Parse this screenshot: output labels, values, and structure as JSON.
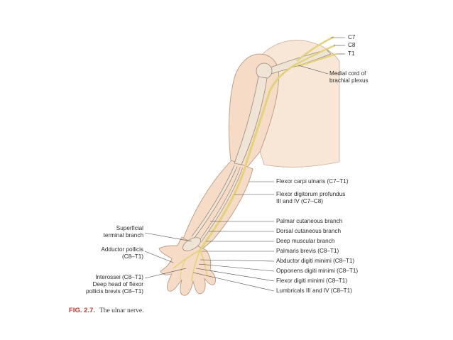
{
  "labels_right": [
    {
      "id": "c7",
      "text": "C7"
    },
    {
      "id": "c8",
      "text": "C8"
    },
    {
      "id": "t1",
      "text": "T1"
    },
    {
      "id": "medial-cord",
      "lines": [
        "Medial cord of",
        "brachial plexus"
      ]
    },
    {
      "id": "fcu",
      "text": "Flexor carpi ulnaris (C7–T1)"
    },
    {
      "id": "fdp",
      "lines": [
        "Flexor digitorum profundus",
        "III and IV (C7–C8)"
      ]
    },
    {
      "id": "palmar-cutaneous",
      "text": "Palmar cutaneous branch"
    },
    {
      "id": "dorsal-cutaneous",
      "text": "Dorsal cutaneous branch"
    },
    {
      "id": "deep-muscular",
      "text": "Deep muscular branch"
    },
    {
      "id": "palmaris-brevis",
      "text": "Palmaris brevis (C8–T1)"
    },
    {
      "id": "adm",
      "text": "Abductor digiti minimi (C8–T1)"
    },
    {
      "id": "odm",
      "text": "Opponens digiti minimi (C8–T1)"
    },
    {
      "id": "fdm",
      "text": "Flexor digiti minimi (C8–T1)"
    },
    {
      "id": "lumbricals",
      "text": "Lumbricals III and IV (C8–T1)"
    }
  ],
  "labels_left": [
    {
      "id": "superficial-terminal",
      "lines": [
        "Superficial",
        "terminal branch"
      ]
    },
    {
      "id": "adductor-pollicis",
      "lines": [
        "Adductor pollicis",
        "(C8–T1)"
      ]
    },
    {
      "id": "interossei",
      "lines": [
        "Interossei (C8–T1)",
        "Deep head of flexor",
        "pollicis brevis (C8–T1)"
      ]
    }
  ],
  "caption": {
    "figure": "FIG. 2.7.",
    "title": "The ulnar nerve."
  },
  "colors": {
    "skin": "#f6dcc6",
    "skin_edge": "#b89a86",
    "bone": "#efe5d6",
    "nerve": "#e2d27a",
    "leader": "#444444"
  }
}
